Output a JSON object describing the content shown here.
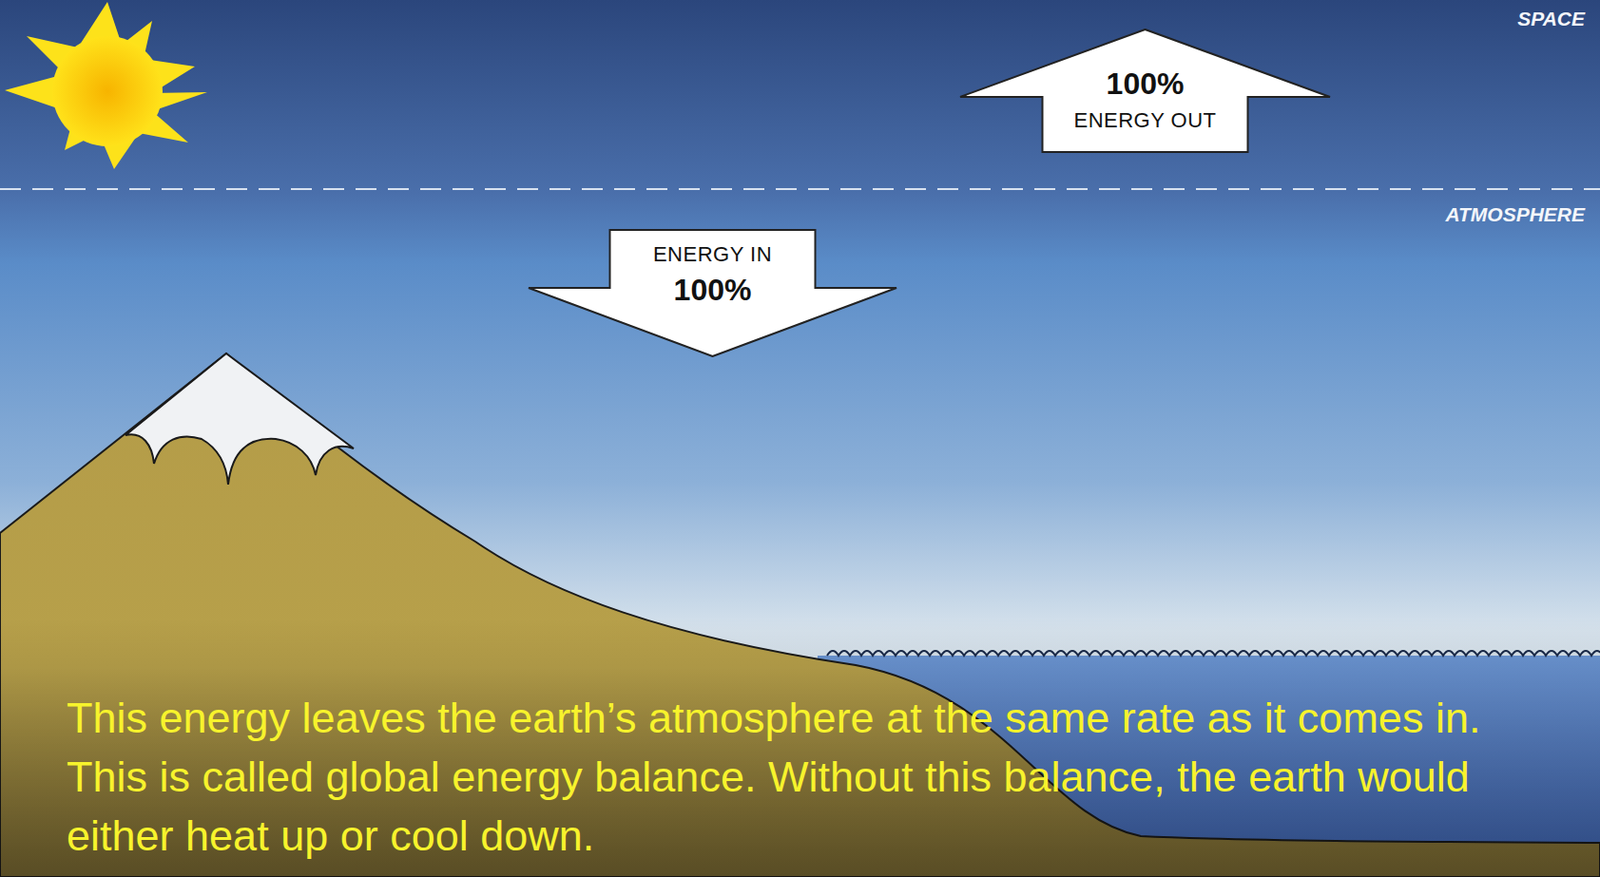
{
  "diagram": {
    "caption": "This energy leaves the earth’s atmosphere at the same rate as it comes in. This is called global energy balance. Without this balance, the earth would either heat up or cool down.",
    "nodes": [
      {
        "text": [
          "100%",
          "ENERGY OUT"
        ]
      },
      {
        "text": [
          "ENERGY IN",
          "100%"
        ]
      }
    ],
    "labels": [
      "SPACE",
      "ATMOSPHERE"
    ]
  }
}
